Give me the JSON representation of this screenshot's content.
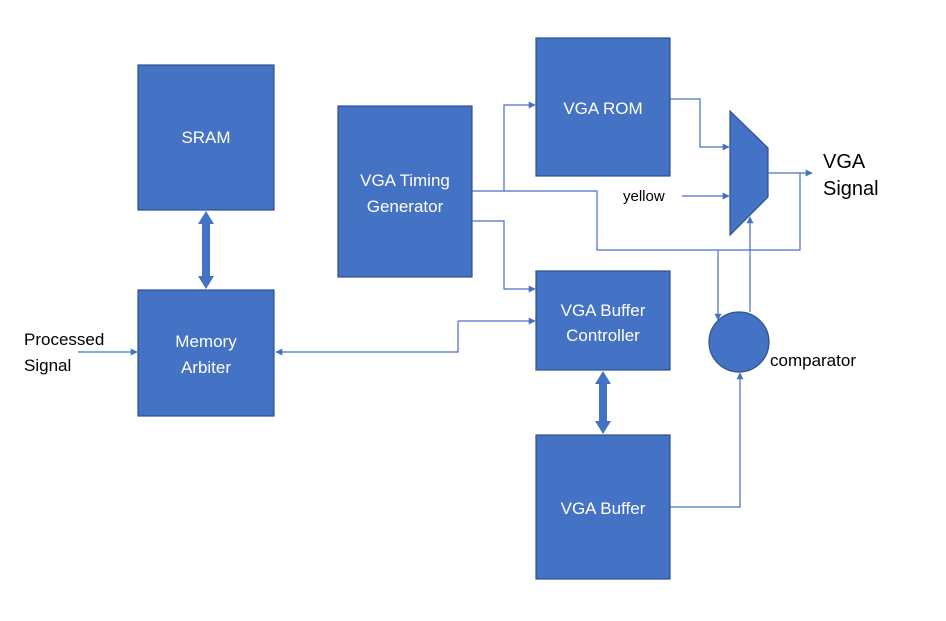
{
  "blocks": {
    "sram": "SRAM",
    "memory_arbiter": [
      "Memory",
      "Arbiter"
    ],
    "vga_timing_generator": [
      "VGA Timing",
      "Generator"
    ],
    "vga_rom": "VGA ROM",
    "vga_buffer_controller": [
      "VGA Buffer",
      "Controller"
    ],
    "vga_buffer": "VGA Buffer"
  },
  "labels": {
    "processed_signal": [
      "Processed",
      "Signal"
    ],
    "yellow": "yellow",
    "vga_signal": [
      "VGA",
      "Signal"
    ],
    "comparator": "comparator"
  },
  "colors": {
    "block_fill": "#4472C4",
    "block_stroke": "#2F528F",
    "connector": "#4472C4",
    "text_on_block": "#ffffff",
    "text": "#000000"
  }
}
